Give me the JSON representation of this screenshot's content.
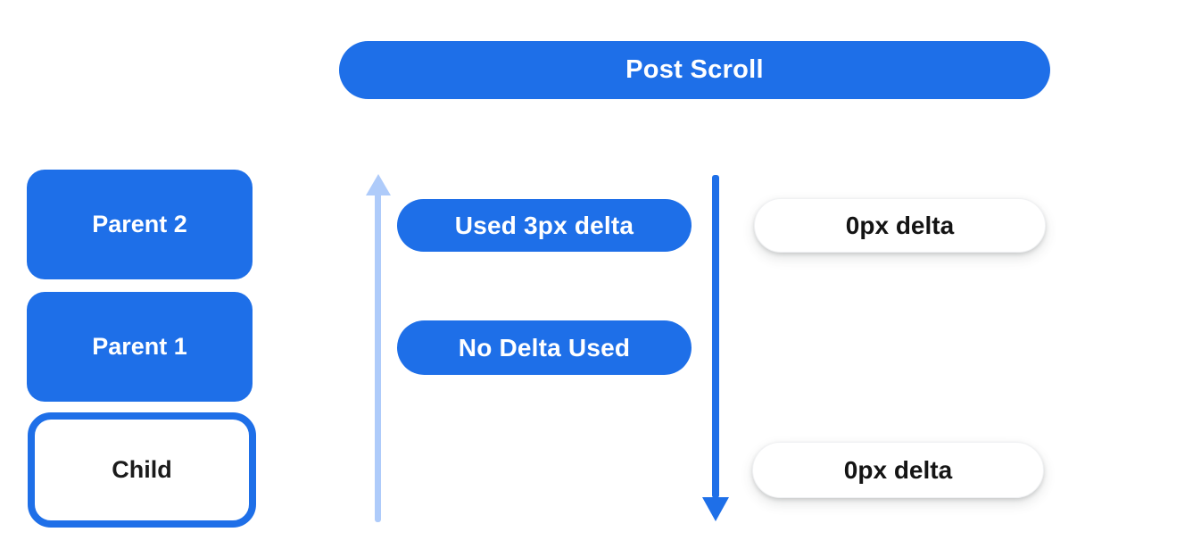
{
  "diagram": {
    "header": {
      "label": "Post Scroll"
    },
    "boxes": [
      {
        "id": "parent2",
        "label": "Parent 2",
        "style": "filled"
      },
      {
        "id": "parent1",
        "label": "Parent 1",
        "style": "filled"
      },
      {
        "id": "child",
        "label": "Child",
        "style": "outlined"
      }
    ],
    "badges": {
      "used_delta": "Used 3px delta",
      "no_delta": "No Delta Used",
      "zero_delta_top": "0px delta",
      "zero_delta_bottom": "0px delta"
    },
    "icons": {
      "up_arrow": "scroll-up-arrow",
      "down_arrow": "scroll-down-arrow"
    },
    "colors": {
      "primary_blue": "#1e6fe8",
      "light_blue": "#aecbfa",
      "background": "#ffffff",
      "text_white": "#ffffff",
      "text_black": "#141414"
    }
  }
}
